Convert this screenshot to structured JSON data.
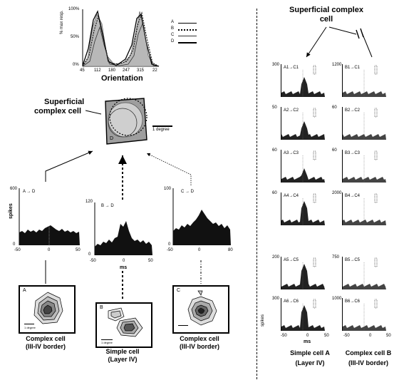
{
  "tuning": {
    "y_ticks": [
      "100%",
      "50%",
      "0%"
    ],
    "y_label": "% max resp.",
    "x_ticks": [
      "45",
      "112",
      "180",
      "247",
      "315",
      "22"
    ],
    "x_label": "Orientation",
    "legend": [
      "A",
      "B",
      "C",
      "D"
    ]
  },
  "rf_overlay": {
    "title_line1": "Superficial",
    "title_line2": "complex cell",
    "inner_label": "D",
    "scale_label": "1 degree"
  },
  "left_histos": [
    {
      "id": "A",
      "label": "A → D",
      "y_max": "600",
      "y_zero": "0",
      "x_ticks": [
        "-50",
        "0",
        "50"
      ],
      "y_label": "spikes"
    },
    {
      "id": "B",
      "label": "B → D",
      "y_max": "120",
      "y_zero": "0",
      "x_ticks": [
        "-50",
        "0",
        "50"
      ],
      "x_label": "ms"
    },
    {
      "id": "C",
      "label": "C → D",
      "y_max": "100",
      "y_zero": "0",
      "x_ticks": [
        "-50",
        "0",
        "80"
      ]
    }
  ],
  "rf_boxes": [
    {
      "letter": "A",
      "scale": "1 degree",
      "caption1": "Complex cell",
      "caption2": "(III-IV border)"
    },
    {
      "letter": "B",
      "scale": "1 degree",
      "caption1": "Simple cell",
      "caption2": "(Layer IV)"
    },
    {
      "letter": "C",
      "scale": "",
      "caption1": "Complex cell",
      "caption2": "(III-IV border)"
    }
  ],
  "right_panel": {
    "title_line1": "Superficial complex",
    "title_line2": "cell",
    "col_a": [
      {
        "label": "A1→C1",
        "y_max": "300"
      },
      {
        "label": "A2→C2",
        "y_max": "50"
      },
      {
        "label": "A3→C3",
        "y_max": "60"
      },
      {
        "label": "A4→C4",
        "y_max": "60"
      },
      {
        "label": "A5→C5",
        "y_max": "200"
      },
      {
        "label": "A6→C6",
        "y_max": "300"
      }
    ],
    "col_b": [
      {
        "label": "B1→C1",
        "y_max": "1200"
      },
      {
        "label": "B2→C2",
        "y_max": "60"
      },
      {
        "label": "B3→C3",
        "y_max": "60"
      },
      {
        "label": "B4→C4",
        "y_max": "2000"
      },
      {
        "label": "B5→C5",
        "y_max": "750"
      },
      {
        "label": "B6→C6",
        "y_max": "1000"
      }
    ],
    "x_ticks": [
      "-50",
      "0",
      "50"
    ],
    "x_label": "ms",
    "y_label": "spikes",
    "cap_a1": "Simple cell A",
    "cap_a2": "(Layer IV)",
    "cap_b1": "Complex cell B",
    "cap_b2": "(III-IV border)"
  }
}
